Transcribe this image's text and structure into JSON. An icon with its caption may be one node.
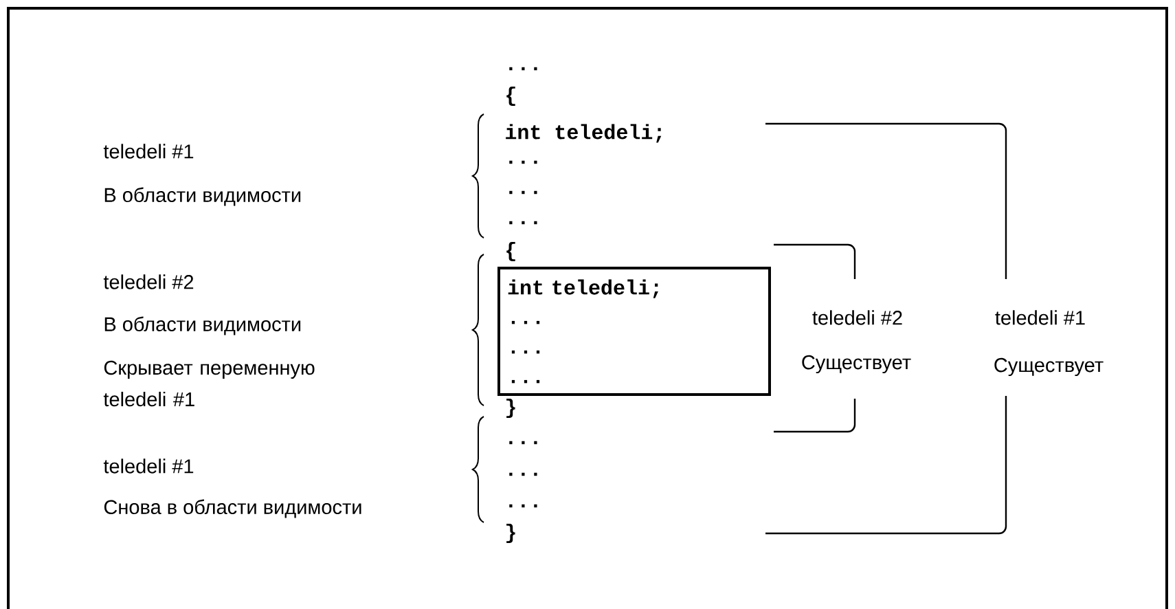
{
  "diagram": {
    "nodes": [
      {
        "text": [
          "int teledeli;",
          "...",
          "...",
          "..."
        ]
      }
    ],
    "labels": [
      "...",
      "{",
      "int teledeli;",
      "...",
      "...",
      "...",
      "{",
      "}",
      "...",
      "...",
      "...",
      "}",
      "teledeli #1",
      "В области видимости",
      "teledeli #2",
      "В области видимости",
      "Скрывает переменную teledeli #1",
      "teledeli #1",
      "Снова в области видимости",
      "teledeli #2",
      "Существует",
      "teledeli #1",
      "Существует"
    ]
  }
}
